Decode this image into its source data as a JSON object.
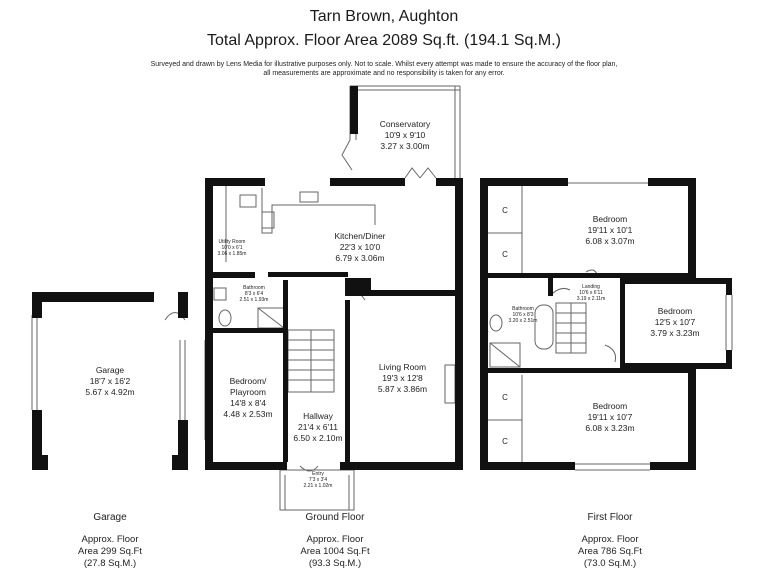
{
  "header": {
    "title_line1": "Tarn Brown, Aughton",
    "title_line2": "Total Approx. Floor Area 2089 Sq.ft. (194.1 Sq.M.)",
    "disclaimer_line1": "Surveyed and drawn by Lens Media for illustrative purposes only. Not to scale. Whilst every attempt was made to ensure the accuracy of the floor plan,",
    "disclaimer_line2": "all measurements are approximate and no responsibility is taken for any error."
  },
  "rooms": {
    "conservatory": {
      "name": "Conservatory",
      "imperial": "10'9 x 9'10",
      "metric": "3.27 x 3.00m"
    },
    "kitchen": {
      "name": "Kitchen/Diner",
      "imperial": "22'3 x 10'0",
      "metric": "6.79 x 3.06m"
    },
    "utility": {
      "name": "Utility Room",
      "imperial": "10'0 x 6'1",
      "metric": "3.06 x 1.85m"
    },
    "bathroom_ground": {
      "name": "Bathroom",
      "imperial": "8'3 x 6'4",
      "metric": "2.51 x 1.93m"
    },
    "garage": {
      "name": "Garage",
      "imperial": "18'7 x 16'2",
      "metric": "5.67 x 4.92m"
    },
    "bedroom_playroom": {
      "name": "Bedroom/ Playroom",
      "imperial": "14'8 x 8'4",
      "metric": "4.48 x 2.53m"
    },
    "hallway": {
      "name": "Hallway",
      "imperial": "21'4 x 6'11",
      "metric": "6.50 x 2.10m"
    },
    "living": {
      "name": "Living Room",
      "imperial": "19'3 x 12'8",
      "metric": "5.87 x 3.86m"
    },
    "entry": {
      "name": "Entry",
      "imperial": "7'3 x 3'4",
      "metric": "2.21 x 1.02m"
    },
    "bedroom_1": {
      "name": "Bedroom",
      "imperial": "19'11 x 10'1",
      "metric": "6.08 x 3.07m"
    },
    "landing": {
      "name": "Landing",
      "imperial": "10'6 x 6'11",
      "metric": "3.19 x 2.11m"
    },
    "bathroom_first": {
      "name": "Bathroom",
      "imperial": "10'6 x 8'3",
      "metric": "3.20 x 2.51m"
    },
    "bedroom_2": {
      "name": "Bedroom",
      "imperial": "12'5 x 10'7",
      "metric": "3.79 x 3.23m"
    },
    "bedroom_3": {
      "name": "Bedroom",
      "imperial": "19'11 x 10'7",
      "metric": "6.08 x 3.23m"
    }
  },
  "cupboard_label": "C",
  "footer": {
    "garage": {
      "heading": "Garage",
      "line1": "Approx. Floor",
      "line2": "Area 299 Sq.Ft",
      "line3": "(27.8 Sq.M.)"
    },
    "ground": {
      "heading": "Ground Floor",
      "line1": "Approx. Floor",
      "line2": "Area 1004 Sq.Ft",
      "line3": "(93.3 Sq.M.)"
    },
    "first": {
      "heading": "First Floor",
      "line1": "Approx. Floor",
      "line2": "Area 786 Sq.Ft",
      "line3": "(73.0 Sq.M.)"
    }
  },
  "colors": {
    "wall": "#111111",
    "fixture": "#666666",
    "background": "#ffffff"
  }
}
